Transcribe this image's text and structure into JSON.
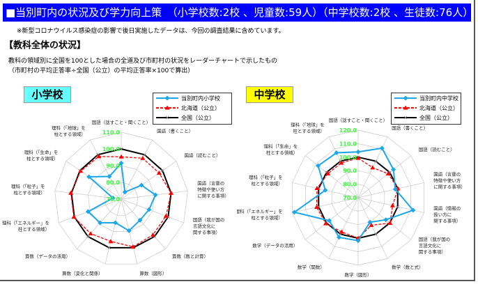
{
  "header": {
    "title": "■当別町内の状況及び学力向上策　（小学校数:2校 、児童数:59人）（中学校数:2校 、生徒数:76人）"
  },
  "note": "※新型コロナウイルス感染症の影響で後日実施したデータは、今回の調査結果に含めています。",
  "section_title": "【教科全体の状況】",
  "description": [
    "教科の領域別に全国を100とした場合の全道及び市町村の状況をレーダーチャートで示したもの",
    "（市町村の平均正答率÷全国（公立）の平均正答率×100で算出）"
  ],
  "chart_data": [
    {
      "type": "radar",
      "title": "小学校",
      "title_bg": "#66ffff",
      "range": [
        70,
        110
      ],
      "ticks": [
        70,
        80,
        90,
        100,
        110
      ],
      "tick_color": "#33ff33",
      "categories": [
        "国語（話すこと・聞くこと）",
        "国語（書くこと）",
        "国語（読むこと）",
        "国語（言葉の\n特徴や使い方\nに関する事項）",
        "国語（我が国の\n言語文化に\n関する事項）",
        "算数（数と計算）",
        "算数（図形）",
        "算数（変化と関係）",
        "算数（データの活用）",
        "理科（「エネルギー」を\n柱とする領域）",
        "理科（「粒子」を\n柱とする領域）",
        "理科（「生命」を\n柱とする領域）",
        "理科（「地球」を\n柱とする領域）"
      ],
      "series": [
        {
          "name": "当別町内小学校",
          "color": "#1ea7e8",
          "marker": "diamond",
          "dash": false,
          "values": [
            91.5,
            74.7,
            84.7,
            90.6,
            87.8,
            86.9,
            89.5,
            84.6,
            89.0,
            91.2,
            75.0,
            93.5,
            85.3
          ]
        },
        {
          "name": "北海道（公立）",
          "color": "#ff0000",
          "marker": "triangle",
          "dash": true,
          "values": [
            95.3,
            97.6,
            97.5,
            100.0,
            98.6,
            98.6,
            99.4,
            96.1,
            97.6,
            100.3,
            100.4,
            99.5,
            98.8
          ]
        },
        {
          "name": "全国（公立）",
          "color": "#000000",
          "marker": "x",
          "dash": false,
          "values": [
            100,
            100,
            100,
            100,
            100,
            100,
            100,
            100,
            100,
            100,
            100,
            100,
            100
          ]
        }
      ]
    },
    {
      "type": "radar",
      "title": "中学校",
      "title_bg": "#ffff00",
      "range": [
        70,
        120
      ],
      "ticks": [
        70,
        80,
        90,
        100,
        110,
        120
      ],
      "tick_color": "#33ff33",
      "categories": [
        "国語（話すこと・聞くこと）",
        "国語（書くこと）",
        "国語（読むこと）",
        "国語（言葉の\n特徴や使い方\nに関する事項）",
        "国語（情報の\n扱い方に\n関する事項）",
        "国語（我が国の\n言語文化に\n関する事項）",
        "数学（数と式）",
        "数学（図形）",
        "数学（関数）",
        "数学（データの活用）",
        "理科（「エネルギー」を\n柱とする領域）",
        "理科（「粒子」を\n柱とする領域）",
        "理科（「生命」を\n柱とする領域）",
        "理科（「地球」を\n柱とする領域）"
      ],
      "series": [
        {
          "name": "当別町内中学校",
          "color": "#1ea7e8",
          "marker": "diamond",
          "dash": false,
          "values": [
            103.9,
            110.7,
            103.4,
            98.2,
            111.7,
            96.2,
            90.2,
            101.8,
            102.6,
            97.3,
            118.4,
            94.9,
            107.9,
            106.9
          ]
        },
        {
          "name": "北海道（公立）",
          "color": "#ff0000",
          "marker": "triangle",
          "dash": true,
          "values": [
            99.3,
            94.7,
            98.4,
            100.2,
            96.1,
            100.2,
            92.6,
            100.0,
            98.1,
            100.7,
            101.5,
            101.2,
            98.6,
            98.6
          ]
        },
        {
          "name": "全国（公立）",
          "color": "#000000",
          "marker": "x",
          "dash": false,
          "values": [
            100,
            100,
            100,
            100,
            100,
            100,
            100,
            100,
            100,
            100,
            100,
            100,
            100,
            100
          ]
        }
      ]
    }
  ]
}
